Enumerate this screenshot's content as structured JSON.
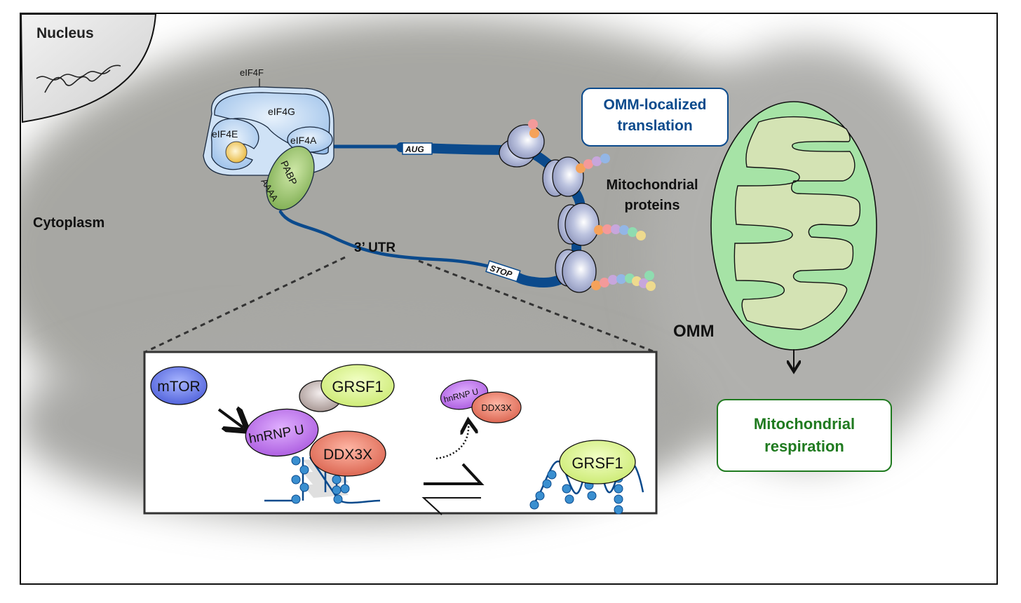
{
  "labels": {
    "nucleus": "Nucleus",
    "cytoplasm": "Cytoplasm",
    "eif4f": "eIF4F",
    "eif4g": "eIF4G",
    "eif4e": "eIF4E",
    "eif4a": "eIF4A",
    "pabp": "PABP",
    "polya": "AAAA",
    "aug": "AUG",
    "stop": "STOP",
    "utr": "3’ UTR",
    "omm_translation_line1": "OMM-localized",
    "omm_translation_line2": "translation",
    "mito_proteins_line1": "Mitochondrial",
    "mito_proteins_line2": "proteins",
    "omm": "OMM",
    "respiration_line1": "Mitochondrial",
    "respiration_line2": "respiration"
  },
  "inset": {
    "mtor": "mTOR",
    "grsf1_bound": "GRSF1",
    "hnrnpu_bound": "hnRNP U",
    "ddx3x_bound": "DDX3X",
    "hnrnpu_free": "hnRNP U",
    "ddx3x_free": "DDX3X",
    "grsf1_right": "GRSF1"
  },
  "colors": {
    "mrna": "#0b4a8c",
    "omm_box_text": "#0b4a8c",
    "respiration_text": "#1f7a1f",
    "mito_outer": "#a6e3a6",
    "mito_inner": "#d4e3b4",
    "eif_blue": "#a9c9ee",
    "pabp_green": "#8cbd5a",
    "mtor_blue": "#5a6fe0",
    "hnrnpu_purple": "#b066e0",
    "ddx3x_red": "#e06a55",
    "grsf1_yellowgreen": "#d2ef7a",
    "ribosome": "#aeb6d6"
  },
  "protein_bead_colors": [
    "#f5a25a",
    "#f49a9a",
    "#c7a6dc",
    "#93b6e6",
    "#8fdcb0",
    "#eeda8e"
  ]
}
